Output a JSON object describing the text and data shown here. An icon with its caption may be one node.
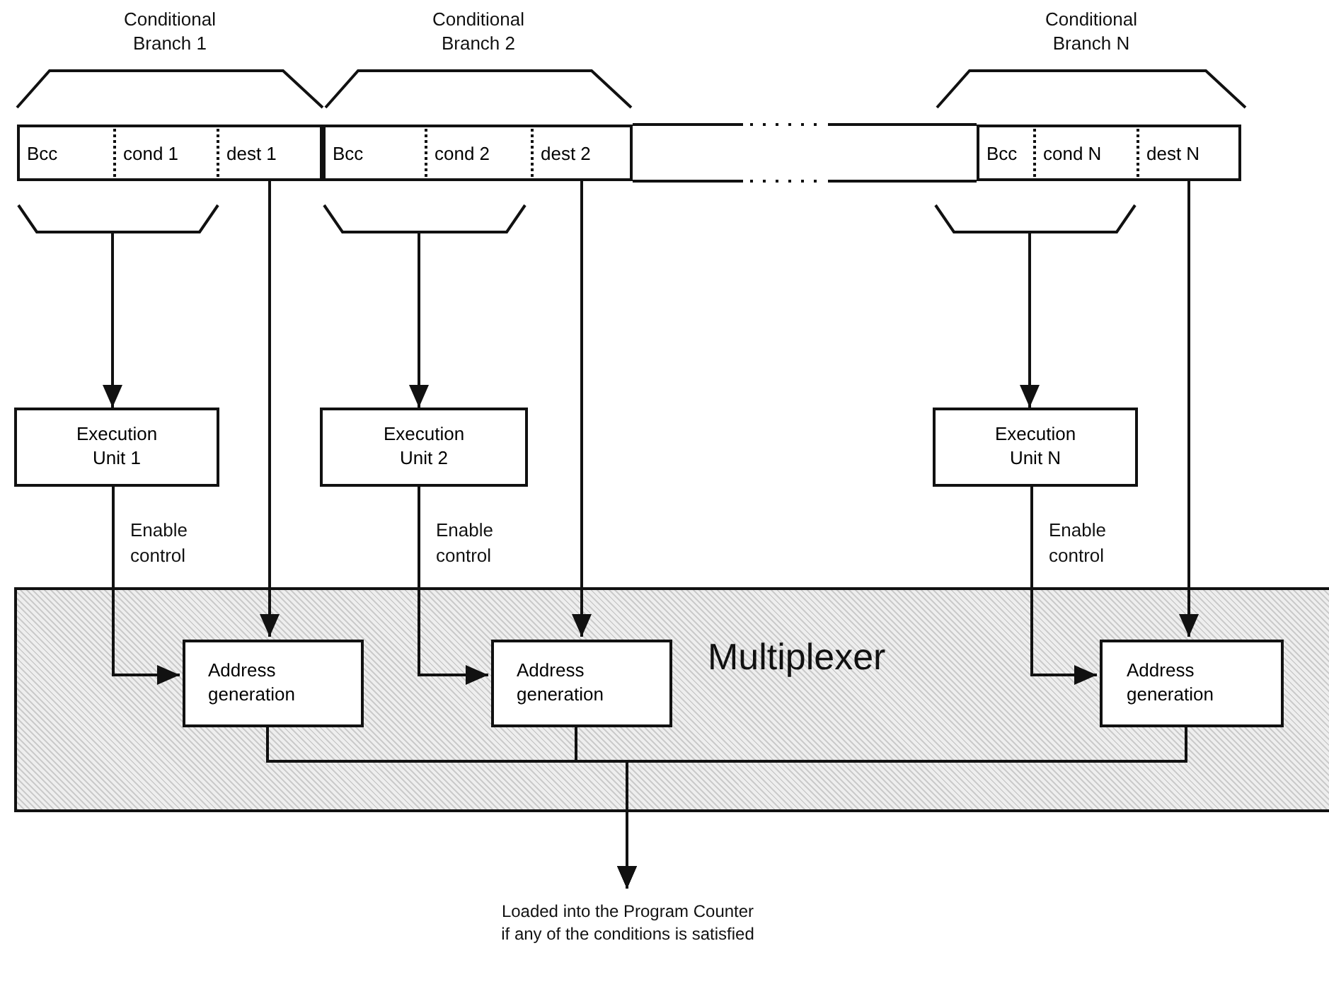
{
  "diagram": {
    "nodes": [
      {
        "text": [
          "Conditional Branch 1"
        ]
      },
      {
        "text": [
          "Bcc"
        ],
        "in": 0
      },
      {
        "text": [
          "cond 1"
        ],
        "in": 0
      },
      {
        "text": [
          "dest 1"
        ],
        "in": 0
      },
      {
        "text": [],
        "shape": "bracket"
      },
      {
        "text": [
          "Conditional Branch 2"
        ]
      },
      {
        "text": [
          "Bcc"
        ],
        "in": 5
      },
      {
        "text": [
          "cond 2"
        ],
        "in": 5
      },
      {
        "text": [
          "dest 2"
        ],
        "in": 5
      },
      {
        "text": [],
        "shape": "bracket"
      },
      {
        "text": [
          "Conditional Branch N"
        ]
      },
      {
        "text": [
          "Bcc"
        ],
        "in": 10
      },
      {
        "text": [
          "cond N"
        ],
        "in": 10
      },
      {
        "text": [
          "dest N"
        ],
        "in": 10
      },
      {
        "text": [],
        "shape": "bracket"
      },
      {
        "text": [
          "Execution Unit 1"
        ]
      },
      {
        "text": [
          "Execution Unit 2"
        ]
      },
      {
        "text": [
          "Execution Unit N"
        ]
      },
      {
        "text": [
          "Multiplexer"
        ]
      },
      {
        "text": [
          "Address generation"
        ],
        "in": 18
      },
      {
        "text": [
          "Address generation"
        ],
        "in": 18
      },
      {
        "text": [
          "Address generation"
        ],
        "in": 18
      },
      {
        "text": [
          "Loaded into the Program Counter if any of the conditions is satisfied"
        ]
      }
    ],
    "edges": [
      {
        "from": 4,
        "to": 15,
        "arrow": "to"
      },
      {
        "from": 3,
        "to": 19,
        "arrow": "to"
      },
      {
        "from": 9,
        "to": 16,
        "arrow": "to"
      },
      {
        "from": 8,
        "to": 20,
        "arrow": "to"
      },
      {
        "from": 14,
        "to": 17,
        "arrow": "to"
      },
      {
        "from": 13,
        "to": 21,
        "arrow": "to"
      },
      {
        "from": 15,
        "to": 19,
        "arrow": "to",
        "label": "Enable control"
      },
      {
        "from": 16,
        "to": 20,
        "arrow": "to",
        "label": "Enable control"
      },
      {
        "from": 17,
        "to": 21,
        "arrow": "to",
        "label": "Enable control"
      },
      {
        "from": 19,
        "to": 22,
        "arrow": "to"
      },
      {
        "from": 20,
        "to": 22,
        "arrow": "to"
      },
      {
        "from": 21,
        "to": 22,
        "arrow": "to"
      }
    ]
  }
}
